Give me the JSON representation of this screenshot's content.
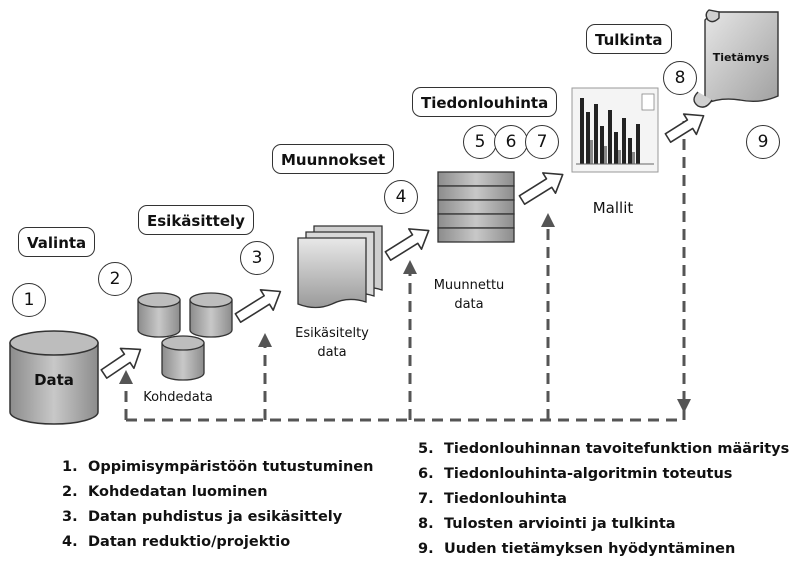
{
  "stages": {
    "valinta": "Valinta",
    "esikasittely": "Esikäsittely",
    "muunnokset": "Muunnokset",
    "tiedonlouhinta": "Tiedonlouhinta",
    "tulkinta": "Tulkinta"
  },
  "steps": [
    "1",
    "2",
    "3",
    "4",
    "5",
    "6",
    "7",
    "8",
    "9"
  ],
  "artifacts": {
    "data": "Data",
    "kohdedata": "Kohdedata",
    "esikasitelty_line1": "Esikäsitelty",
    "esikasitelty_line2": "data",
    "muunnettu_line1": "Muunnettu",
    "muunnettu_line2": "data",
    "mallit": "Mallit",
    "tietamys": "Tietämys"
  },
  "legend_left": [
    {
      "num": "1.",
      "text": "Oppimisympäristöön tutustuminen"
    },
    {
      "num": "2.",
      "text": "Kohdedatan luominen"
    },
    {
      "num": "3.",
      "text": "Datan puhdistus ja esikäsittely"
    },
    {
      "num": "4.",
      "text": "Datan reduktio/projektio"
    }
  ],
  "legend_right": [
    {
      "num": "5.",
      "text": "Tiedonlouhinnan tavoitefunktion määritys"
    },
    {
      "num": "6.",
      "text": "Tiedonlouhinta-algoritmin toteutus"
    },
    {
      "num": "7.",
      "text": "Tiedonlouhinta"
    },
    {
      "num": "8.",
      "text": "Tulosten arviointi ja tulkinta"
    },
    {
      "num": "9.",
      "text": "Uuden tietämyksen hyödyntäminen"
    }
  ],
  "colors": {
    "fill": "#aaaaaa",
    "stroke": "#333333",
    "dashed": "#555555"
  }
}
